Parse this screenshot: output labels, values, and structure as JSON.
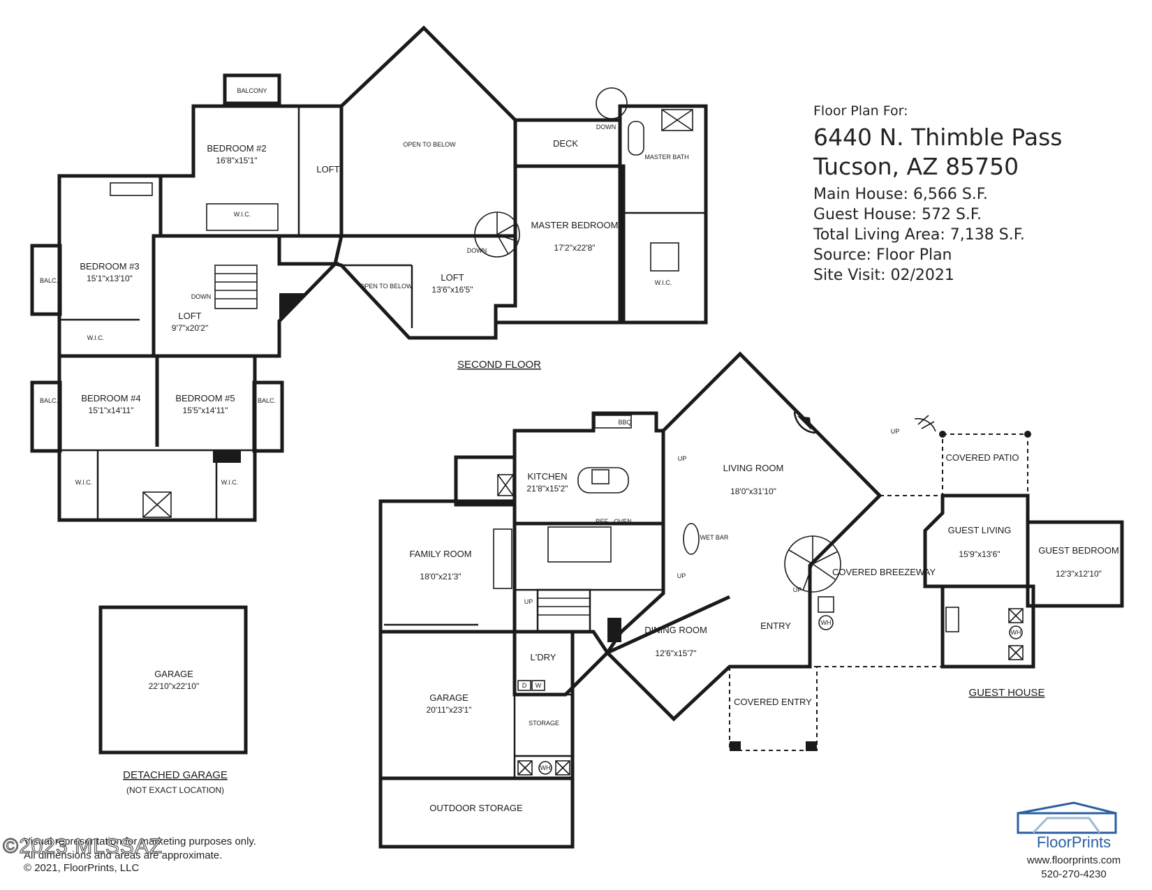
{
  "info": {
    "heading": "Floor Plan For:",
    "address_line1": "6440 N. Thimble Pass",
    "address_line2": "Tucson, AZ  85750",
    "main_house": "Main House:  6,566 S.F.",
    "guest_house": "Guest House:  572 S.F.",
    "total_living": "Total Living Area:  7,138 S.F.",
    "source": "Source:  Floor Plan",
    "site_visit": "Site Visit:  02/2021"
  },
  "sections": {
    "second_floor": "SECOND FLOOR",
    "guest_house": "GUEST HOUSE",
    "detached_garage": "DETACHED GARAGE",
    "detached_garage_note": "(NOT EXACT LOCATION)"
  },
  "second_floor_rooms": {
    "balcony_top": "BALCONY",
    "bedroom2": "BEDROOM #2",
    "bedroom2_dim": "16'8\"x15'1\"",
    "loft_top": "LOFT",
    "open_below_1": "OPEN TO BELOW",
    "deck": "DECK",
    "master_bath": "MASTER BATH",
    "down_top": "DOWN",
    "wic_bed2": "W.I.C.",
    "master_bedroom": "MASTER BEDROOM",
    "master_bedroom_dim": "17'2\"x22'8\"",
    "down_spiral": "DOWN",
    "wic_master": "W.I.C.",
    "bedroom3": "BEDROOM #3",
    "bedroom3_dim": "15'1\"x13'10\"",
    "balc_left": "BALC.",
    "down_stair": "DOWN",
    "loft_mid": "LOFT",
    "loft_mid_dim": "9'7\"x20'2\"",
    "open_below_2": "OPEN TO BELOW",
    "loft_right": "LOFT",
    "loft_right_dim": "13'6\"x16'5\"",
    "wic_bed3": "W.I.C.",
    "bedroom4": "BEDROOM #4",
    "bedroom4_dim": "15'1\"x14'11\"",
    "bedroom5": "BEDROOM #5",
    "bedroom5_dim": "15'5\"x14'11\"",
    "balc_bed4": "BALC.",
    "balc_bed5": "BALC.",
    "wic_bed4": "W.I.C.",
    "wic_bed5": "W.I.C."
  },
  "main_floor_rooms": {
    "bbq": "BBQ",
    "up_1": "UP",
    "kitchen": "KITCHEN",
    "kitchen_dim": "21'8\"x15'2\"",
    "living_room": "LIVING ROOM",
    "living_room_dim": "18'0\"x31'10\"",
    "ref": "REF",
    "oven": "OVEN",
    "wet_bar": "WET BAR",
    "family_room": "FAMILY ROOM",
    "family_room_dim": "18'0\"x21'3\"",
    "up_2": "UP",
    "up_stair": "UP",
    "up_spiral": "UP",
    "dining_room": "DINING ROOM",
    "dining_room_dim": "12'6\"x15'7\"",
    "entry": "ENTRY",
    "wh_1": "WH",
    "ldry": "L'DRY",
    "d": "D",
    "w": "W",
    "garage": "GARAGE",
    "garage_dim": "20'11\"x23'1\"",
    "storage": "STORAGE",
    "wh_2": "WH",
    "covered_entry": "COVERED ENTRY",
    "covered_breezeway": "COVERED BREEZEWAY",
    "outdoor_storage": "OUTDOOR STORAGE"
  },
  "guest_rooms": {
    "up": "UP",
    "covered_patio": "COVERED PATIO",
    "guest_living": "GUEST LIVING",
    "guest_living_dim": "15'9\"x13'6\"",
    "guest_bedroom": "GUEST BEDROOM",
    "guest_bedroom_dim": "12'3\"x12'10\"",
    "wh": "WH"
  },
  "detached_garage": {
    "label": "GARAGE",
    "dim": "22'10\"x22'10\""
  },
  "footer": {
    "disclaimer_1": "Visual representation for marketing purposes only.",
    "disclaimer_2": "All dimensions and areas are approximate.",
    "watermark": "©2023 MLSSAZ",
    "copyright": "© 2021, FloorPrints, LLC"
  },
  "brand": {
    "name": "FloorPrints",
    "url": "www.floorprints.com",
    "phone": "520-270-4230",
    "color": "#2a5fa0"
  }
}
